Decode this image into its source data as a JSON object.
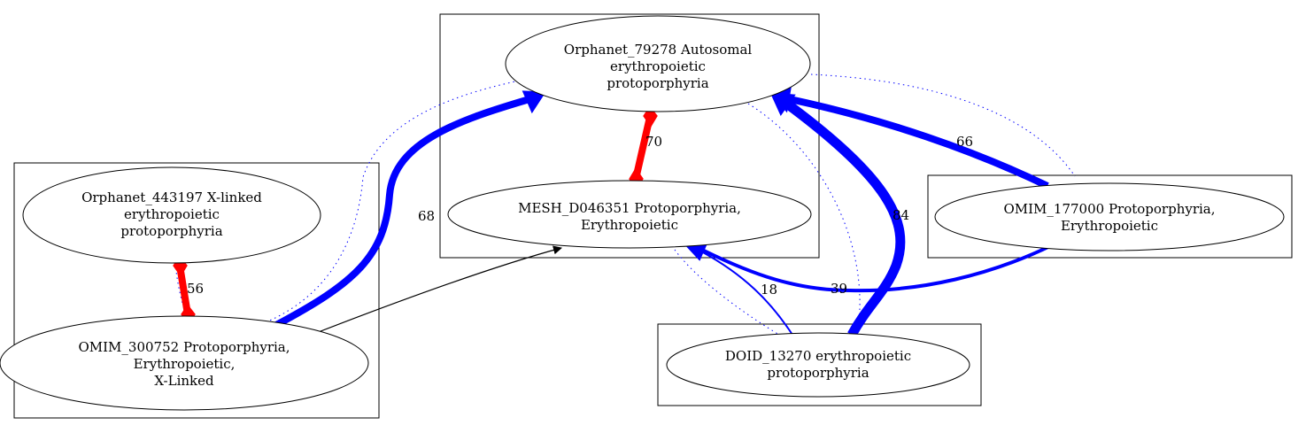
{
  "nodes": {
    "orphanet_79278": [
      "Orphanet_79278 Autosomal",
      "erythropoietic",
      "protoporphyria"
    ],
    "mesh_d046351": [
      "MESH_D046351 Protoporphyria,",
      "Erythropoietic"
    ],
    "orphanet_443197": [
      "Orphanet_443197 X-linked",
      "erythropoietic",
      "protoporphyria"
    ],
    "omim_300752": [
      "OMIM_300752 Protoporphyria,",
      "Erythropoietic,",
      "X-Linked"
    ],
    "omim_177000": [
      "OMIM_177000 Protoporphyria,",
      "Erythropoietic"
    ],
    "doid_13270": [
      "DOID_13270 erythropoietic",
      "protoporphyria"
    ]
  },
  "edges": {
    "mesh_orphanet79278": "70",
    "omim300752_orphanet443197": "56",
    "omim300752_orphanet79278": "68",
    "omim177000_orphanet79278": "66",
    "doid_orphanet79278": "84",
    "doid_mesh": "18",
    "omim177000_mesh": "39"
  },
  "colors": {
    "equivalence_edge": "#ff0000",
    "mapping_edge": "#0000ff",
    "plain_edge": "#000000",
    "dotted_edge": "#0000ff"
  }
}
